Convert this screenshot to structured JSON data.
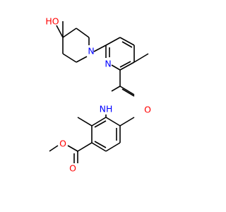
{
  "structure": {
    "atoms": {
      "hydroxyl": "HO",
      "piperidine_n": "N",
      "pyridine_n": "N",
      "amide_nh": "NH",
      "amide_o": "O",
      "ester_o_carbonyl": "O",
      "ester_o_methoxy": "O"
    }
  },
  "colors": {
    "bond": "#000000",
    "oxygen": "#ff0000",
    "nitrogen": "#0000ff",
    "background": "#ffffff"
  }
}
